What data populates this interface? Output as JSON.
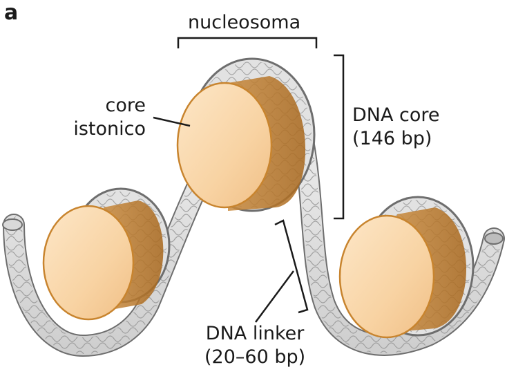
{
  "figure": {
    "panel_letter": "a",
    "colors": {
      "core_fill": "#f8d3a3",
      "core_edge": "#c8842e",
      "core_shadow": "#b9741c",
      "dna_fill": "#e6e6e6",
      "dna_edge": "#6e6e6e",
      "helix": "#9a9a9a",
      "bracket": "#1a1a1a"
    }
  },
  "labels": {
    "nucleosoma": "nucleosoma",
    "core_line1": "core",
    "core_line2": "istonico",
    "dna_core_line1": "DNA core",
    "dna_core_line2": "(146 bp)",
    "linker_line1": "DNA linker",
    "linker_line2": "(20–60 bp)"
  }
}
